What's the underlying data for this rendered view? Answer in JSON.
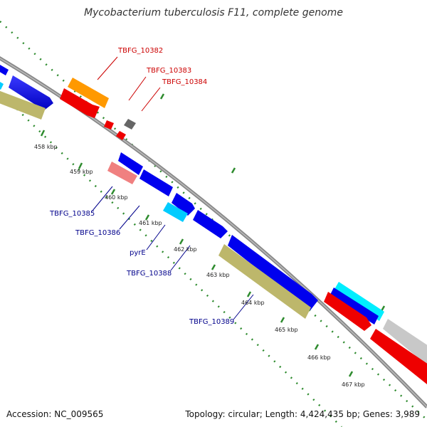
{
  "title": "Mycobacterium tuberculosis F11, complete genome",
  "accession": "Accession: NC_009565",
  "summary": "Topology: circular; Length: 4,424,435 bp; Genes: 3,989",
  "tick_labels": [
    "458 kbp",
    "459 kbp",
    "460 kbp",
    "461 kbp",
    "462 kbp",
    "463 kbp",
    "464 kbp",
    "465 kbp",
    "466 kbp",
    "467 kbp"
  ],
  "gene_labels": {
    "TBFG_10382": "TBFG_10382",
    "TBFG_10383": "TBFG_10383",
    "TBFG_10384": "TBFG_10384",
    "TBFG_10385": "TBFG_10385",
    "TBFG_10386": "TBFG_10386",
    "pyrE": "pyrE",
    "TBFG_10388": "TBFG_10388",
    "TBFG_10389": "TBFG_10389"
  },
  "colors": {
    "label_red": "#cc0000",
    "label_blue": "#00008b",
    "tick_green": "#2e8b2e",
    "backbone": "#888888",
    "blue": "#0000ee",
    "red": "#ee0000",
    "orange": "#ff9900",
    "khaki": "#bdb76b",
    "pink": "#f08080",
    "cyan": "#00ccff",
    "gray": "#666666",
    "lightgray": "#c8c8c8"
  }
}
